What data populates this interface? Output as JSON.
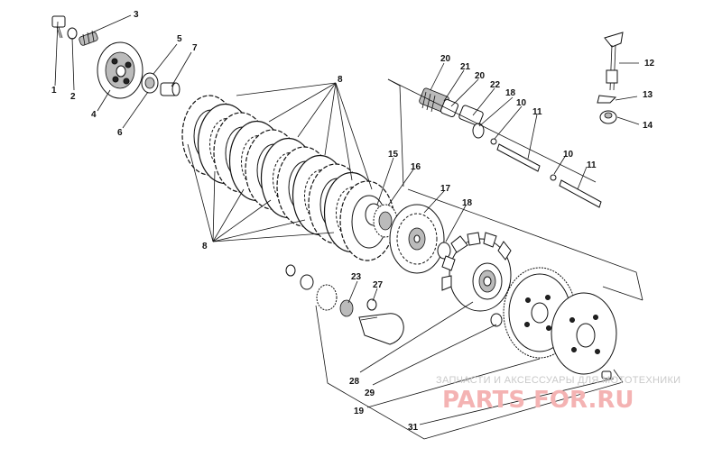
{
  "callouts": [
    "1",
    "2",
    "3",
    "4",
    "5",
    "6",
    "7",
    "8",
    "8",
    "10",
    "10",
    "11",
    "11",
    "12",
    "13",
    "14",
    "15",
    "16",
    "17",
    "18",
    "18",
    "19",
    "20",
    "20",
    "21",
    "22",
    "23",
    "27",
    "28",
    "29",
    "31"
  ],
  "watermark": {
    "caption": "ЗАПЧАСТИ И АКСЕССУАРЫ ДЛЯ МОТОТЕХНИКИ",
    "logo": "PARTS FOR.RU"
  },
  "colors": {
    "line": "#111111",
    "watermark_text": "#c9c9c9",
    "watermark_logo": "#f4b3b3"
  }
}
